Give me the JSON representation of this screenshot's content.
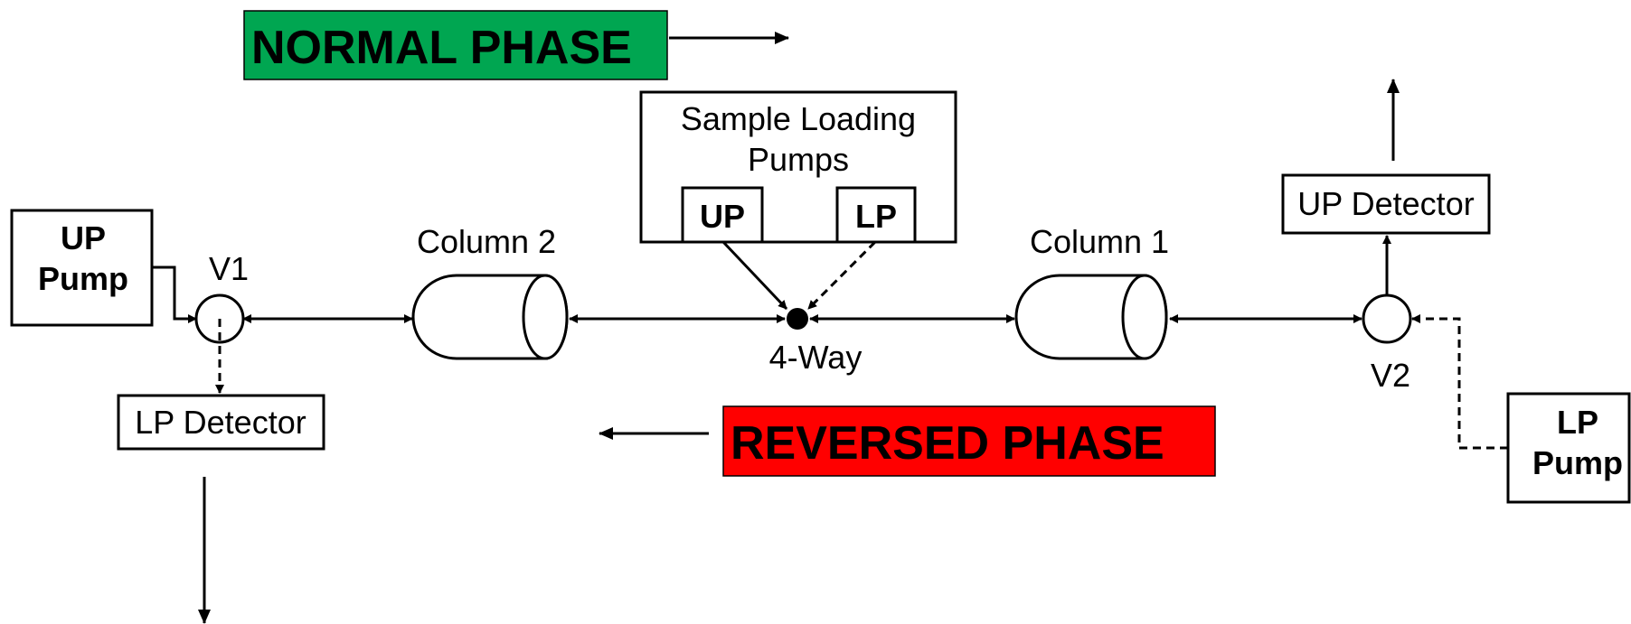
{
  "banners": {
    "normal": {
      "text": "NORMAL PHASE",
      "color": "#00a651"
    },
    "reversed": {
      "text": "REVERSED  PHASE",
      "color": "#ff0000"
    }
  },
  "pumps": {
    "up_line1": "UP",
    "up_line2": "Pump",
    "lp_line1": "LP",
    "lp_line2": "Pump"
  },
  "sample_loading": {
    "title_line1": "Sample Loading",
    "title_line2": "Pumps",
    "up": "UP",
    "lp": "LP"
  },
  "valves": {
    "v1": "V1",
    "v2": "V2"
  },
  "columns": {
    "col1": "Column 1",
    "col2": "Column 2"
  },
  "junction": "4-Way",
  "detectors": {
    "up": "UP Detector",
    "lp": "LP Detector"
  }
}
